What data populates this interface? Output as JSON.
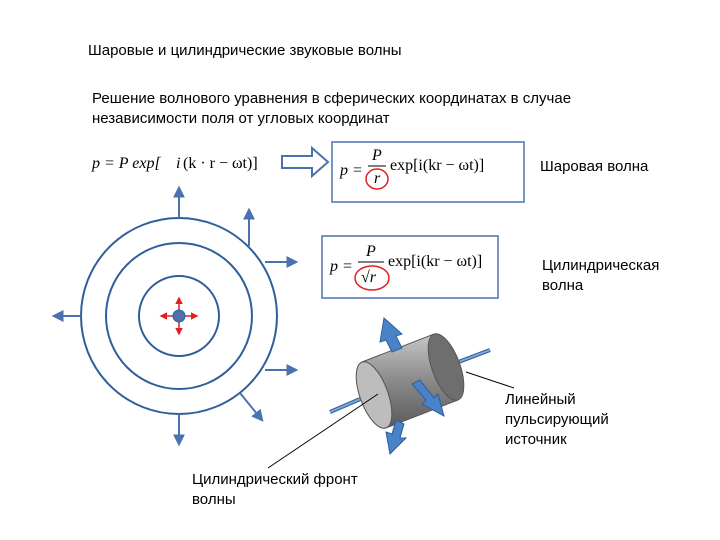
{
  "title": "Шаровые и цилиндрические звуковые волны",
  "subtitle_line1": "Решение волнового уравнения  в сферических координатах в случае",
  "subtitle_line2": "независимости поля от угловых координат",
  "label_spherical": "Шаровая волна",
  "label_cyl_line1": "Цилиндрическая",
  "label_cyl_line2": "волна",
  "label_source_line1": "Линейный",
  "label_source_line2": "пульсирующий",
  "label_source_line3": "источник",
  "label_front_line1": "Цилиндрический фронт",
  "label_front_line2": "волны",
  "formula_general": {
    "lhs": "p = P exp[",
    "i": "i",
    "kr": "(k · r − ωt)]"
  },
  "formula_spherical": {
    "p": "p =",
    "num": "P",
    "den": "r",
    "rest": "exp[i(kr − ωt)]"
  },
  "formula_cylindrical": {
    "p": "p =",
    "num": "P",
    "den": "√r",
    "rest": "exp[i(kr − ωt)]"
  },
  "colors": {
    "arrow_blue": "#4a72b0",
    "circle_blue": "#2f5f9a",
    "highlight_red": "#e02020",
    "cylinder_gray": "#8a8a8a"
  }
}
